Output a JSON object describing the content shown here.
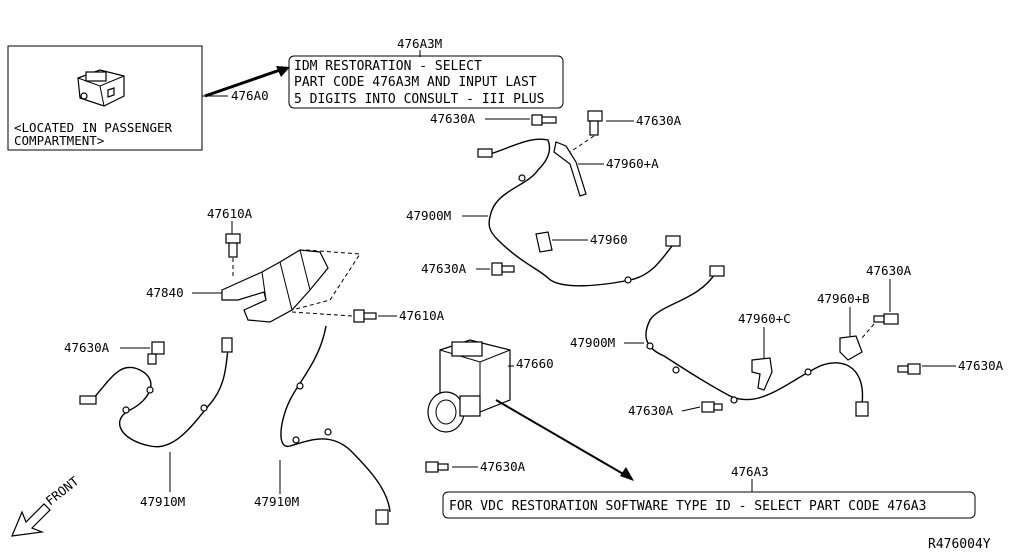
{
  "diagram": {
    "drawing_id": "R476004Y",
    "callouts": {
      "sensor_note_l1": "<LOCATED IN PASSENGER",
      "sensor_note_l2": "COMPARTMENT>",
      "p476a0": "476A0",
      "p476a3m": "476A3M",
      "idm_l1": "IDM RESTORATION - SELECT",
      "idm_l2": "PART CODE 476A3M AND INPUT LAST",
      "idm_l3": "5 DIGITS INTO CONSULT - III PLUS",
      "p47630a_1": "47630A",
      "p47630a_2": "47630A",
      "p47960a": "47960+A",
      "p47610a_top": "47610A",
      "p47900m_top": "47900M",
      "p47960": "47960",
      "p47630a_3": "47630A",
      "p47840": "47840",
      "p47610a_mid": "47610A",
      "p47630a_4": "47630A",
      "p47960b": "47960+B",
      "p47630a_left": "47630A",
      "p47900m_right": "47900M",
      "p47960c": "47960+C",
      "p47660": "47660",
      "p47630a_right": "47630A",
      "p47630a_low": "47630A",
      "p47910m_l": "47910M",
      "p47910m_r": "47910M",
      "p47630a_bottom": "47630A",
      "p476a3": "476A3",
      "vdc_note": "FOR VDC RESTORATION SOFTWARE TYPE ID - SELECT PART CODE 476A3",
      "front": "FRONT"
    }
  }
}
